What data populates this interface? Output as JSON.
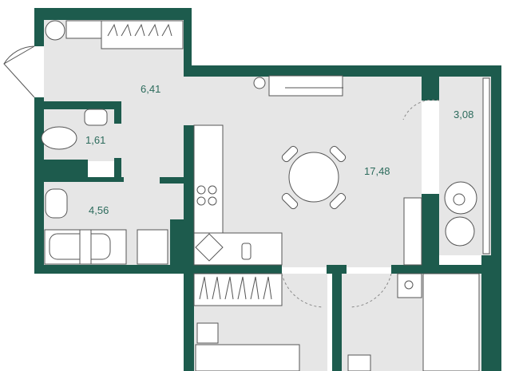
{
  "plan": {
    "colors": {
      "wall": "#1d5b4d",
      "floor": "#e6e6e6",
      "label": "#2c6b5c"
    },
    "rooms": [
      {
        "name": "hallway",
        "area": "6,41"
      },
      {
        "name": "toilet",
        "area": "1,61"
      },
      {
        "name": "bathroom",
        "area": "4,56"
      },
      {
        "name": "living-kitchen",
        "area": "17,48"
      },
      {
        "name": "balcony",
        "area": "3,08"
      }
    ]
  }
}
